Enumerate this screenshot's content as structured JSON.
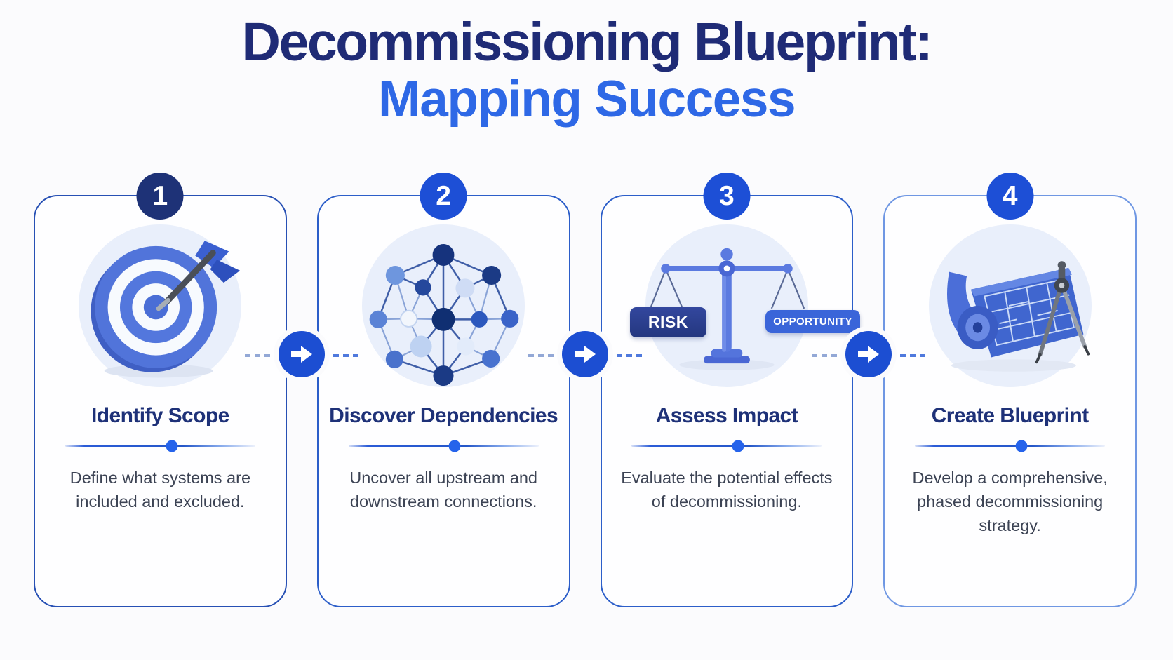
{
  "header": {
    "title_line1": "Decommissioning Blueprint:",
    "title_line2": "Mapping Success"
  },
  "steps": [
    {
      "number": "1",
      "title": "Identify Scope",
      "description": "Define what systems are included and excluded.",
      "icon": "target-dart-icon"
    },
    {
      "number": "2",
      "title": "Discover Dependencies",
      "description": "Uncover all upstream and downstream connections.",
      "icon": "network-graph-icon"
    },
    {
      "number": "3",
      "title": "Assess Impact",
      "description": "Evaluate the potential effects of decommissioning.",
      "icon": "balance-scale-icon",
      "scale_labels": {
        "left": "RISK",
        "right": "OPPORTUNITY"
      }
    },
    {
      "number": "4",
      "title": "Create Blueprint",
      "description": "Develop a comprehensive, phased decommissioning strategy.",
      "icon": "blueprint-scroll-icon"
    }
  ],
  "connectors": [
    {
      "icon": "arrow-right-icon"
    },
    {
      "icon": "arrow-right-icon"
    },
    {
      "icon": "arrow-right-icon"
    }
  ],
  "colors": {
    "title_primary": "#1f2b76",
    "title_accent": "#2e68e6",
    "badge_dark": "#1e3277",
    "badge_blue": "#1d4fd6",
    "card_border": "#2c5ec9",
    "heading_text": "#1e3178",
    "body_text": "#3c4354",
    "arrow_circle": "#1c4ed2",
    "divider_dot": "#2563eb",
    "risk_tag_bg": "#2b3f94",
    "opportunity_tag_bg": "#3a65d9",
    "icon_bg_circle": "#e9effb"
  }
}
